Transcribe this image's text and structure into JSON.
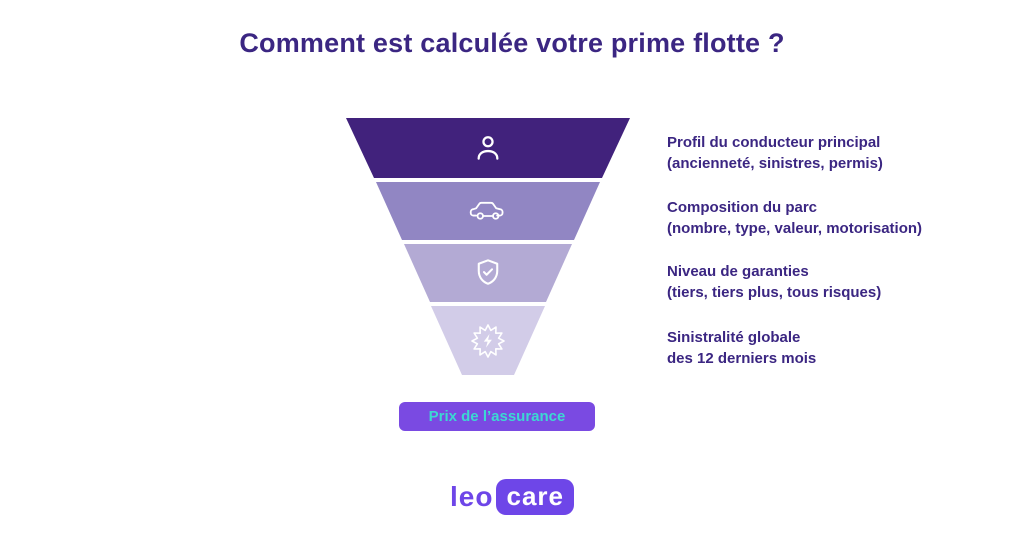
{
  "title": "Comment est calculée votre prime flotte ?",
  "funnel": {
    "levels": [
      {
        "name": "driver-profile",
        "line1": "Profil du conducteur principal",
        "line2": "(ancienneté, sinistres, permis)",
        "color": "#41227c"
      },
      {
        "name": "fleet-composition",
        "line1": "Composition du parc",
        "line2": "(nombre, type, valeur, motorisation)",
        "color": "#9186c3"
      },
      {
        "name": "guarantee-level",
        "line1": "Niveau de garanties",
        "line2": "(tiers, tiers plus, tous risques)",
        "color": "#b3aad4"
      },
      {
        "name": "global-claims",
        "line1": "Sinistralité globale",
        "line2": "des 12 derniers mois",
        "color": "#d2cce8"
      }
    ],
    "result": "Prix de l’assurance"
  },
  "logo": {
    "leo": "leo",
    "care": "care"
  },
  "colors": {
    "title": "#3b2682",
    "labels": "#3b2682",
    "badge_bg": "#7a4ae2",
    "badge_text": "#3cd8d2",
    "logo": "#6e46e8",
    "icons": "#ffffff"
  }
}
